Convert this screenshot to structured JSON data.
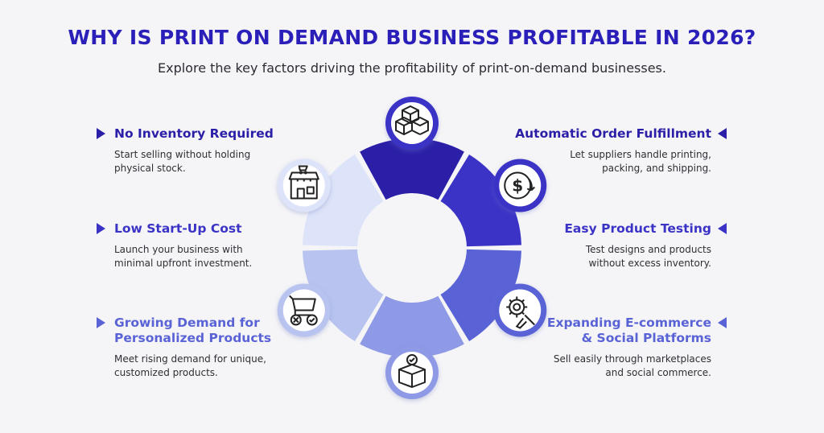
{
  "title": "WHY IS PRINT ON DEMAND BUSINESS PROFITABLE IN 2026?",
  "subtitle": "Explore the key factors driving the profitability of print-on-demand businesses.",
  "colors": {
    "title": "#2a1fb8",
    "dark": "#2b1fa8",
    "mid": "#3b33c6",
    "midlight": "#5a63d6",
    "light": "#8e9ae6",
    "pale": "#b8c4ef",
    "palest": "#dde3f8"
  },
  "left_items": [
    {
      "title": "No Inventory Required",
      "desc_lines": [
        "Start selling without holding",
        "physical stock."
      ]
    },
    {
      "title": "Low Start-Up Cost",
      "desc_lines": [
        "Launch your business with",
        "minimal upfront investment."
      ]
    },
    {
      "title_lines": [
        "Growing Demand for",
        "Personalized Products"
      ],
      "desc_lines": [
        "Meet rising demand for unique,",
        "customized products."
      ]
    }
  ],
  "right_items": [
    {
      "title": "Automatic Order Fulfillment",
      "desc_lines": [
        "Let suppliers handle printing,",
        "packing, and shipping."
      ]
    },
    {
      "title": "Easy Product Testing",
      "desc_lines": [
        "Test designs and products",
        "without excess inventory."
      ]
    },
    {
      "title_lines": [
        "Expanding E-commerce",
        "& Social Platforms"
      ],
      "desc_lines": [
        "Sell easily through marketplaces",
        "and social commerce."
      ]
    }
  ],
  "icons": [
    "boxes-icon",
    "dollar-refresh-icon",
    "gear-brush-icon",
    "checked-box-icon",
    "cart-approve-reject-icon",
    "storefront-cart-icon"
  ]
}
